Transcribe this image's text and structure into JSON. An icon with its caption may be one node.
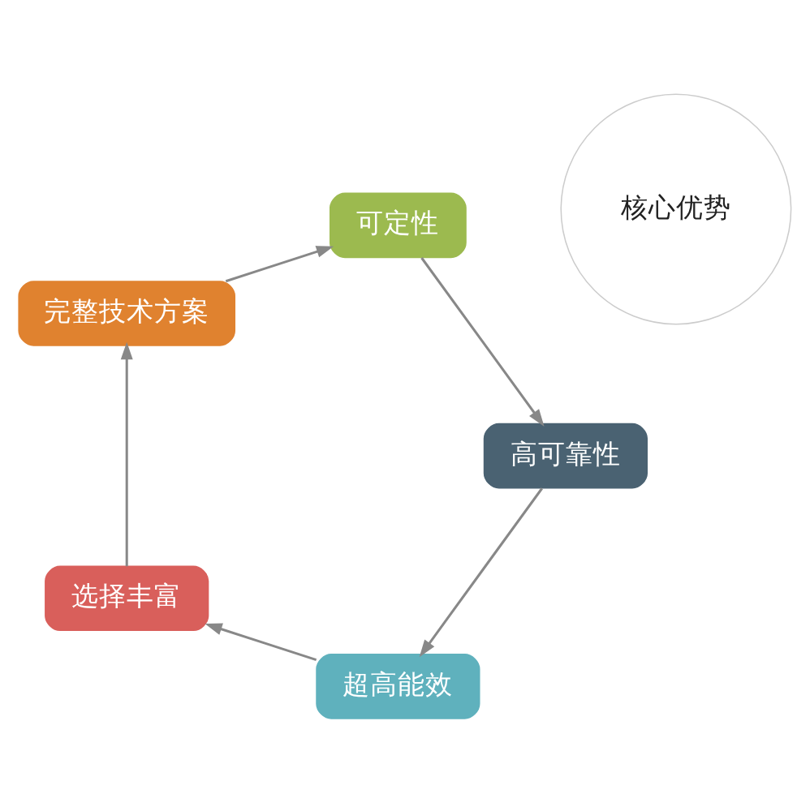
{
  "diagram": {
    "nodes": [
      {
        "text": [
          "核心优势"
        ]
      },
      {
        "text": [
          "超高能效"
        ]
      },
      {
        "text": [
          "选择丰富"
        ]
      },
      {
        "text": [
          "完整技术方案"
        ]
      },
      {
        "text": [
          "可定性"
        ]
      },
      {
        "text": [
          "高可靠性"
        ]
      }
    ],
    "edges": [
      {
        "from": 1,
        "to": 2,
        "arrow": "to"
      },
      {
        "from": 2,
        "to": 3,
        "arrow": "to"
      },
      {
        "from": 3,
        "to": 4,
        "arrow": "to"
      },
      {
        "from": 4,
        "to": 5,
        "arrow": "to"
      },
      {
        "from": 5,
        "to": 1,
        "arrow": "to"
      }
    ]
  }
}
